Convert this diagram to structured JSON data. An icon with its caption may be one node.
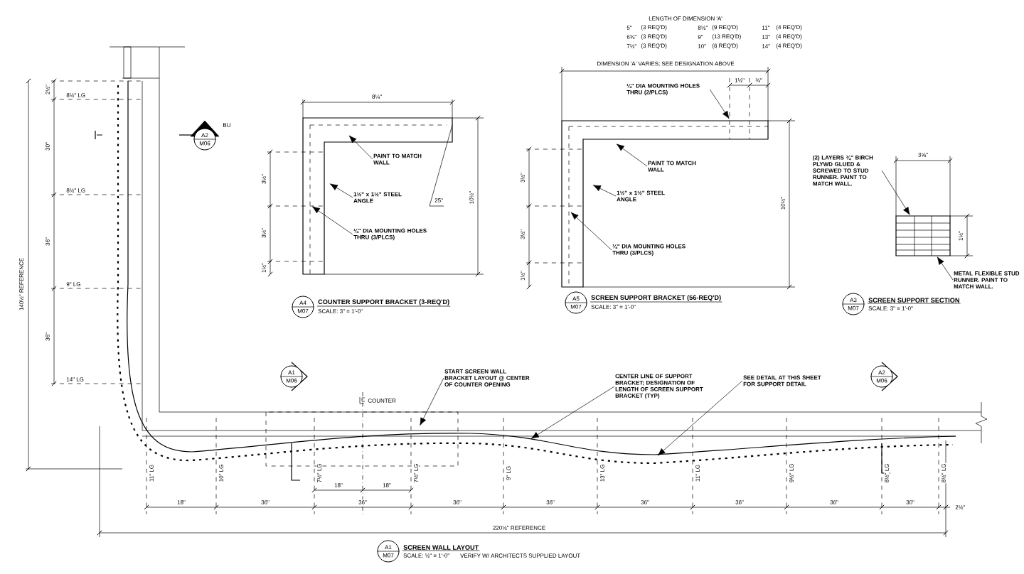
{
  "diagram": {
    "nodes": [
      {
        "text": [
          "A4",
          "M07"
        ],
        "beside": [
          "COUNTER SUPPORT BRACKET (3-REQ'D)",
          "SCALE: 3\" = 1'-0\""
        ]
      },
      {
        "text": [
          "A5",
          "M07"
        ],
        "beside": [
          "SCREEN SUPPORT BRACKET (56-REQ'D)",
          "SCALE: 3\" = 1'-0\""
        ]
      },
      {
        "text": [
          "A3",
          "M07"
        ],
        "beside": [
          "SCREEN SUPPORT SECTION",
          "SCALE: 3\" = 1'-0\""
        ]
      },
      {
        "text": [
          "A1",
          "M07"
        ],
        "beside": [
          "SCREEN WALL LAYOUT",
          "SCALE: ½\" = 1'-0\"",
          "VERIFY W/ ARCHITECTS SUPPLIED LAYOUT"
        ]
      },
      {
        "text": [
          "A2",
          "M06"
        ]
      },
      {
        "text": [
          "A1",
          "M06"
        ]
      },
      {
        "text": [
          "A2",
          "M06"
        ]
      },
      {
        "text": [
          "PAINT TO MATCH WALL"
        ]
      },
      {
        "text": [
          "1½\" x 1½\" STEEL ANGLE"
        ]
      },
      {
        "text": [
          "¼\" DIA MOUNTING HOLES THRU (3/PLCS)"
        ]
      },
      {
        "text": [
          "¼\" DIA MOUNTING HOLES THRU (2/PLCS)"
        ]
      },
      {
        "text": [
          "PAINT TO MATCH WALL"
        ]
      },
      {
        "text": [
          "1½\" x 1½\" STEEL ANGLE"
        ]
      },
      {
        "text": [
          "¼\" DIA MOUNTING HOLES THRU (3/PLCS)"
        ]
      },
      {
        "text": [
          "(2) LAYERS ¾\" BIRCH PLYWD GLUED & SCREWED TO STUD RUNNER. PAINT TO MATCH WALL."
        ]
      },
      {
        "text": [
          "METAL FLEXIBLE STUD RUNNER. PAINT TO MATCH WALL."
        ]
      },
      {
        "text": [
          "START SCREEN WALL BRACKET LAYOUT @ CENTER OF COUNTER OPENING"
        ]
      },
      {
        "text": [
          "CENTER LINE OF SUPPORT BRACKET; DESIGNATION OF LENGTH OF SCREEN SUPPORT BRACKET (TYP)"
        ]
      },
      {
        "text": [
          "SEE DETAIL AT THIS SHEET FOR SUPPORT DETAIL"
        ]
      },
      {
        "text": [],
        "shape": "box"
      }
    ],
    "edges": [
      {
        "from": 7,
        "to": null,
        "arrow": "to"
      },
      {
        "from": 8,
        "to": null,
        "arrow": "to"
      },
      {
        "from": 9,
        "to": null,
        "arrow": "to"
      },
      {
        "from": 10,
        "to": null,
        "arrow": "to"
      },
      {
        "from": 11,
        "to": null,
        "arrow": "to"
      },
      {
        "from": 12,
        "to": null,
        "arrow": "to"
      },
      {
        "from": 13,
        "to": null,
        "arrow": "to"
      },
      {
        "from": 14,
        "to": 19,
        "arrow": "to"
      },
      {
        "from": 15,
        "to": 19,
        "arrow": "to"
      },
      {
        "from": 16,
        "to": null,
        "arrow": "to"
      },
      {
        "from": 17,
        "to": null,
        "arrow": "to"
      },
      {
        "from": 18,
        "to": null,
        "arrow": "to"
      }
    ],
    "labels": [
      "LENGTH OF DIMENSION 'A'",
      "5\"",
      "(3 REQ'D)",
      "8½\"",
      "(9 REQ'D)",
      "11\"",
      "(4 REQ'D)",
      "6¾\"",
      "(3 REQ'D)",
      "9\"",
      "(13 REQ'D)",
      "13\"",
      "(4 REQ'D)",
      "7½\"",
      "(3 REQ'D)",
      "10\"",
      "(6 REQ'D)",
      "14\"",
      "(4 REQ'D)",
      "DIMENSION 'A' VARIES; SEE DESIGNATION ABOVE",
      "1½\"",
      "¾\"",
      "10½\"",
      "3½\"",
      "3½\"",
      "1½\"",
      "8¼\"",
      "10½\"",
      "25°",
      "3½\"",
      "3½\"",
      "1½\"",
      "3⅝\"",
      "1½\"",
      "2½\"",
      "8½\" LG",
      "30\"",
      "8½\" LG",
      "36\"",
      "9\" LG",
      "36\"",
      "14\" LG",
      "140½\" REFERENCE",
      "BU",
      "COUNTER",
      "11\" LG",
      "10\" LG",
      "7½\" LG",
      "7½\" LG",
      "9\" LG",
      "13\" LG",
      "11\" LG",
      "9½\" LG",
      "8½\" LG",
      "8½\" LG",
      "18\"",
      "18\"",
      "18\"",
      "36\"",
      "36\"",
      "36\"",
      "36\"",
      "36\"",
      "36\"",
      "36\"",
      "30\"",
      "2½\"",
      "220½\" REFERENCE"
    ]
  }
}
